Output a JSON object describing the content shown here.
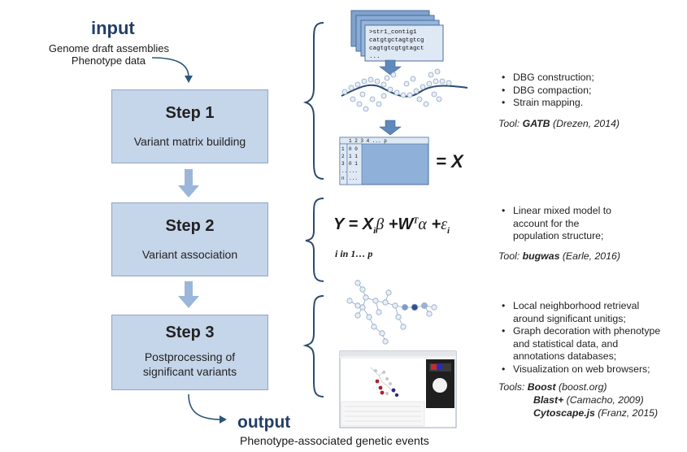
{
  "input": {
    "title": "input",
    "line1": "Genome draft assemblies",
    "line2": "Phenotype data"
  },
  "steps": [
    {
      "title": "Step 1",
      "subtitle": "Variant  matrix building"
    },
    {
      "title": "Step 2",
      "subtitle": "Variant  association"
    },
    {
      "title": "Step 3",
      "subtitle_l1": "Postprocessing of",
      "subtitle_l2": "significant variants"
    }
  ],
  "output": {
    "title": "output",
    "line": "Phenotype-associated genetic events"
  },
  "fasta": {
    "l1": ">str1_contig1",
    "l2": "catgtgctagtgtcg",
    "l3": "cagtgtcgtgtagct",
    "l4": "..."
  },
  "matrix": {
    "header": "1 2 3 4 ...      p",
    "rows": [
      {
        "idx": "1",
        "vals": "0 0"
      },
      {
        "idx": "2",
        "vals": "1 1"
      },
      {
        "idx": "3",
        "vals": "0 1"
      },
      {
        "idx": "..",
        "vals": "..."
      },
      {
        "idx": "n",
        "vals": "..."
      }
    ],
    "equals_label": "= X"
  },
  "equation": {
    "Y": "Y",
    "eq": " = ",
    "X": "X",
    "i_sub": "i",
    "beta": "β",
    "plus1": " +",
    "W": "W",
    "T_sup": "T",
    "alpha": "α",
    "plus2": " +",
    "eps": "ε",
    "i_sub2": "i",
    "range": "i in 1… p"
  },
  "panel1": {
    "bullets": [
      "DBG construction;",
      "DBG compaction;",
      "Strain mapping."
    ],
    "tool_prefix": "Tool: ",
    "tool_name": "GATB",
    "tool_ref": " (Drezen, 2014)"
  },
  "panel2": {
    "bullet_l1": "Linear mixed model to",
    "bullet_l2": "account for the",
    "bullet_l3": "population structure;",
    "tool_prefix": "Tool: ",
    "tool_name": "bugwas",
    "tool_ref": " (Earle, 2016)"
  },
  "panel3": {
    "b1_l1": "Local neighborhood retrieval",
    "b1_l2": "around significant unitigs;",
    "b2_l1": "Graph decoration with phenotype",
    "b2_l2": "and statistical data, and",
    "b2_l3": "annotations databases;",
    "b3_l1": "Visualization on web browsers;",
    "tools_prefix": "Tools: ",
    "t1_name": "Boost",
    "t1_ref": " (boost.org)",
    "t2_name": "Blast+",
    "t2_ref": " (Camacho, 2009)",
    "t3_name": "Cytoscape.js",
    "t3_ref": " (Franz, 2015)"
  },
  "colors": {
    "box_fill": "#c5d5ea",
    "box_border": "#8fa6c5",
    "arrow": "#9bb6d9",
    "dark_arrow": "#2a5678",
    "brace": "#2c4a6e",
    "node": "#e8eef6",
    "node_border": "#8ea6c4"
  }
}
